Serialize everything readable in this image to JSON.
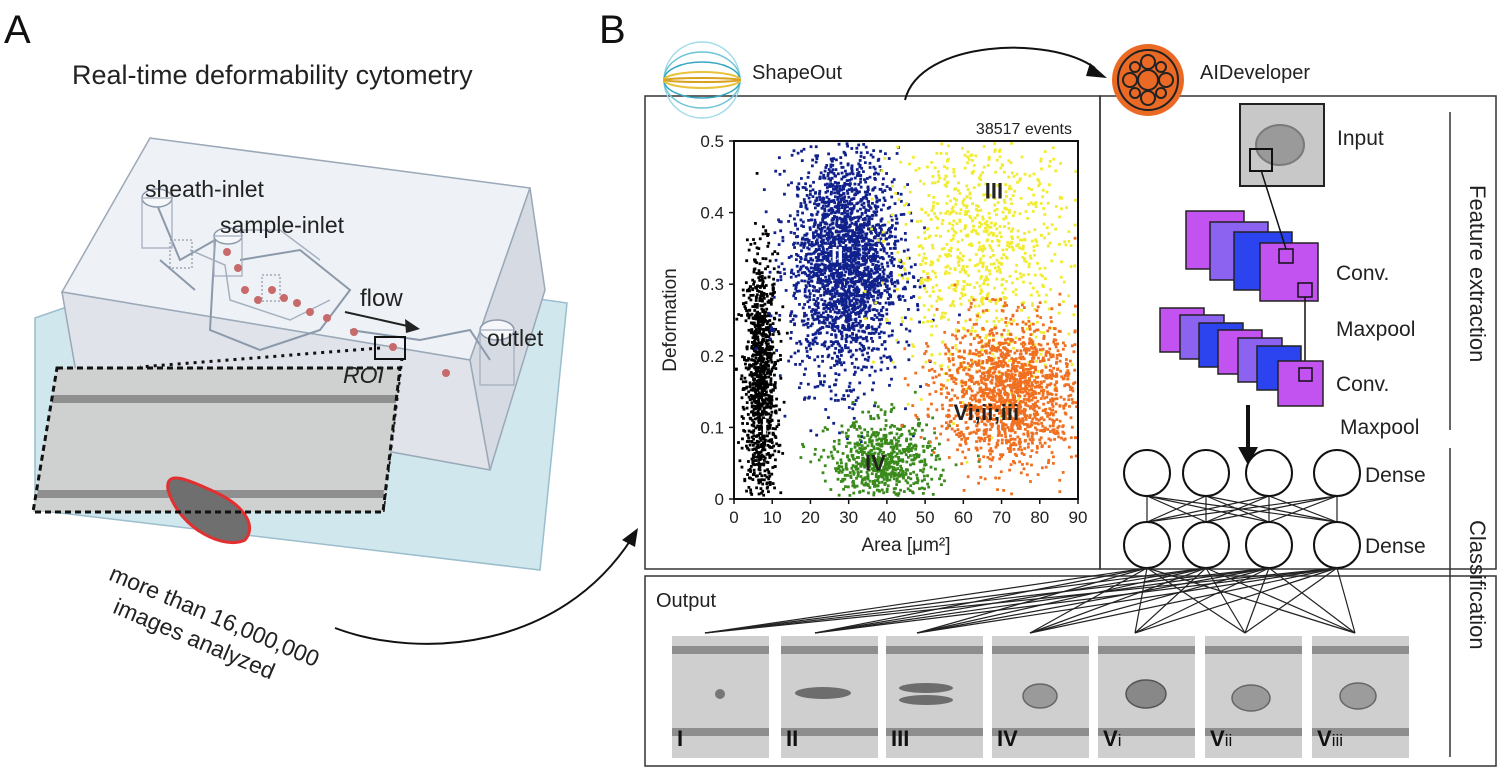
{
  "panelA": {
    "letter": "A",
    "title": "Real-time deformability cytometry",
    "labels": {
      "sheath": "sheath-inlet",
      "sample": "sample-inlet",
      "flow": "flow",
      "outlet": "outlet",
      "roi": "ROI"
    },
    "caption": [
      "more than 16,000,000",
      "images analyzed"
    ]
  },
  "panelB": {
    "letter": "B",
    "shapeout_label": "ShapeOut",
    "aidev_label": "AIDeveloper",
    "output_label": "Output"
  },
  "chart_data": {
    "type": "scatter",
    "title": "38517 events",
    "xlabel": "Area [μm²]",
    "ylabel": "Deformation",
    "xlim": [
      0,
      90
    ],
    "ylim": [
      0,
      0.5
    ],
    "xticks": [
      "0",
      "10",
      "20",
      "30",
      "40",
      "50",
      "60",
      "70",
      "80",
      "90"
    ],
    "yticks": [
      "0",
      "0.1",
      "0.2",
      "0.3",
      "0.4",
      "0.5"
    ],
    "grid": false,
    "clusters": [
      {
        "name": "I",
        "color": "#000000",
        "center": [
          7,
          0.16
        ],
        "spread": [
          2.2,
          0.09
        ]
      },
      {
        "name": "II",
        "color": "#10218c",
        "center": [
          29,
          0.33
        ],
        "spread": [
          7,
          0.08
        ]
      },
      {
        "name": "III",
        "color": "#f1ec30",
        "center": [
          65,
          0.35
        ],
        "spread": [
          12,
          0.09
        ]
      },
      {
        "name": "IV",
        "color": "#3b8a1c",
        "center": [
          39,
          0.05
        ],
        "spread": [
          7,
          0.03
        ]
      },
      {
        "name": "Vi;ii;iii",
        "color": "#f07021",
        "center": [
          72,
          0.15
        ],
        "spread": [
          9,
          0.05
        ]
      }
    ],
    "cluster_labels": [
      {
        "text": "I",
        "x": 8,
        "y": 0.09,
        "color": "#ffffff"
      },
      {
        "text": "II",
        "x": 27,
        "y": 0.33,
        "color": "#ffffff"
      },
      {
        "text": "III",
        "x": 68,
        "y": 0.42,
        "color": "#222222"
      },
      {
        "text": "IV",
        "x": 37,
        "y": 0.04,
        "color": "#222222"
      },
      {
        "text": "Vi;ii;iii",
        "x": 66,
        "y": 0.11,
        "color": "#222222"
      }
    ]
  },
  "network": {
    "layers": {
      "input": "Input",
      "conv1": "Conv.",
      "maxpool1": "Maxpool",
      "conv2": "Conv.",
      "maxpool2": "Maxpool",
      "dense1": "Dense",
      "dense2": "Dense"
    },
    "side_labels": [
      "Feature extraction",
      "Classification"
    ]
  },
  "output_classes": [
    {
      "main": "I",
      "sub": ""
    },
    {
      "main": "II",
      "sub": ""
    },
    {
      "main": "III",
      "sub": ""
    },
    {
      "main": "IV",
      "sub": ""
    },
    {
      "main": "V",
      "sub": "i"
    },
    {
      "main": "V",
      "sub": "ii"
    },
    {
      "main": "V",
      "sub": "iii"
    }
  ],
  "colors": {
    "conv_purple": "#c253f0",
    "conv_blue": "#2b44f0",
    "chip_fill": "#e4e8ee",
    "glass": "#c9e3ec",
    "aidev_orange": "#ea6a25"
  }
}
